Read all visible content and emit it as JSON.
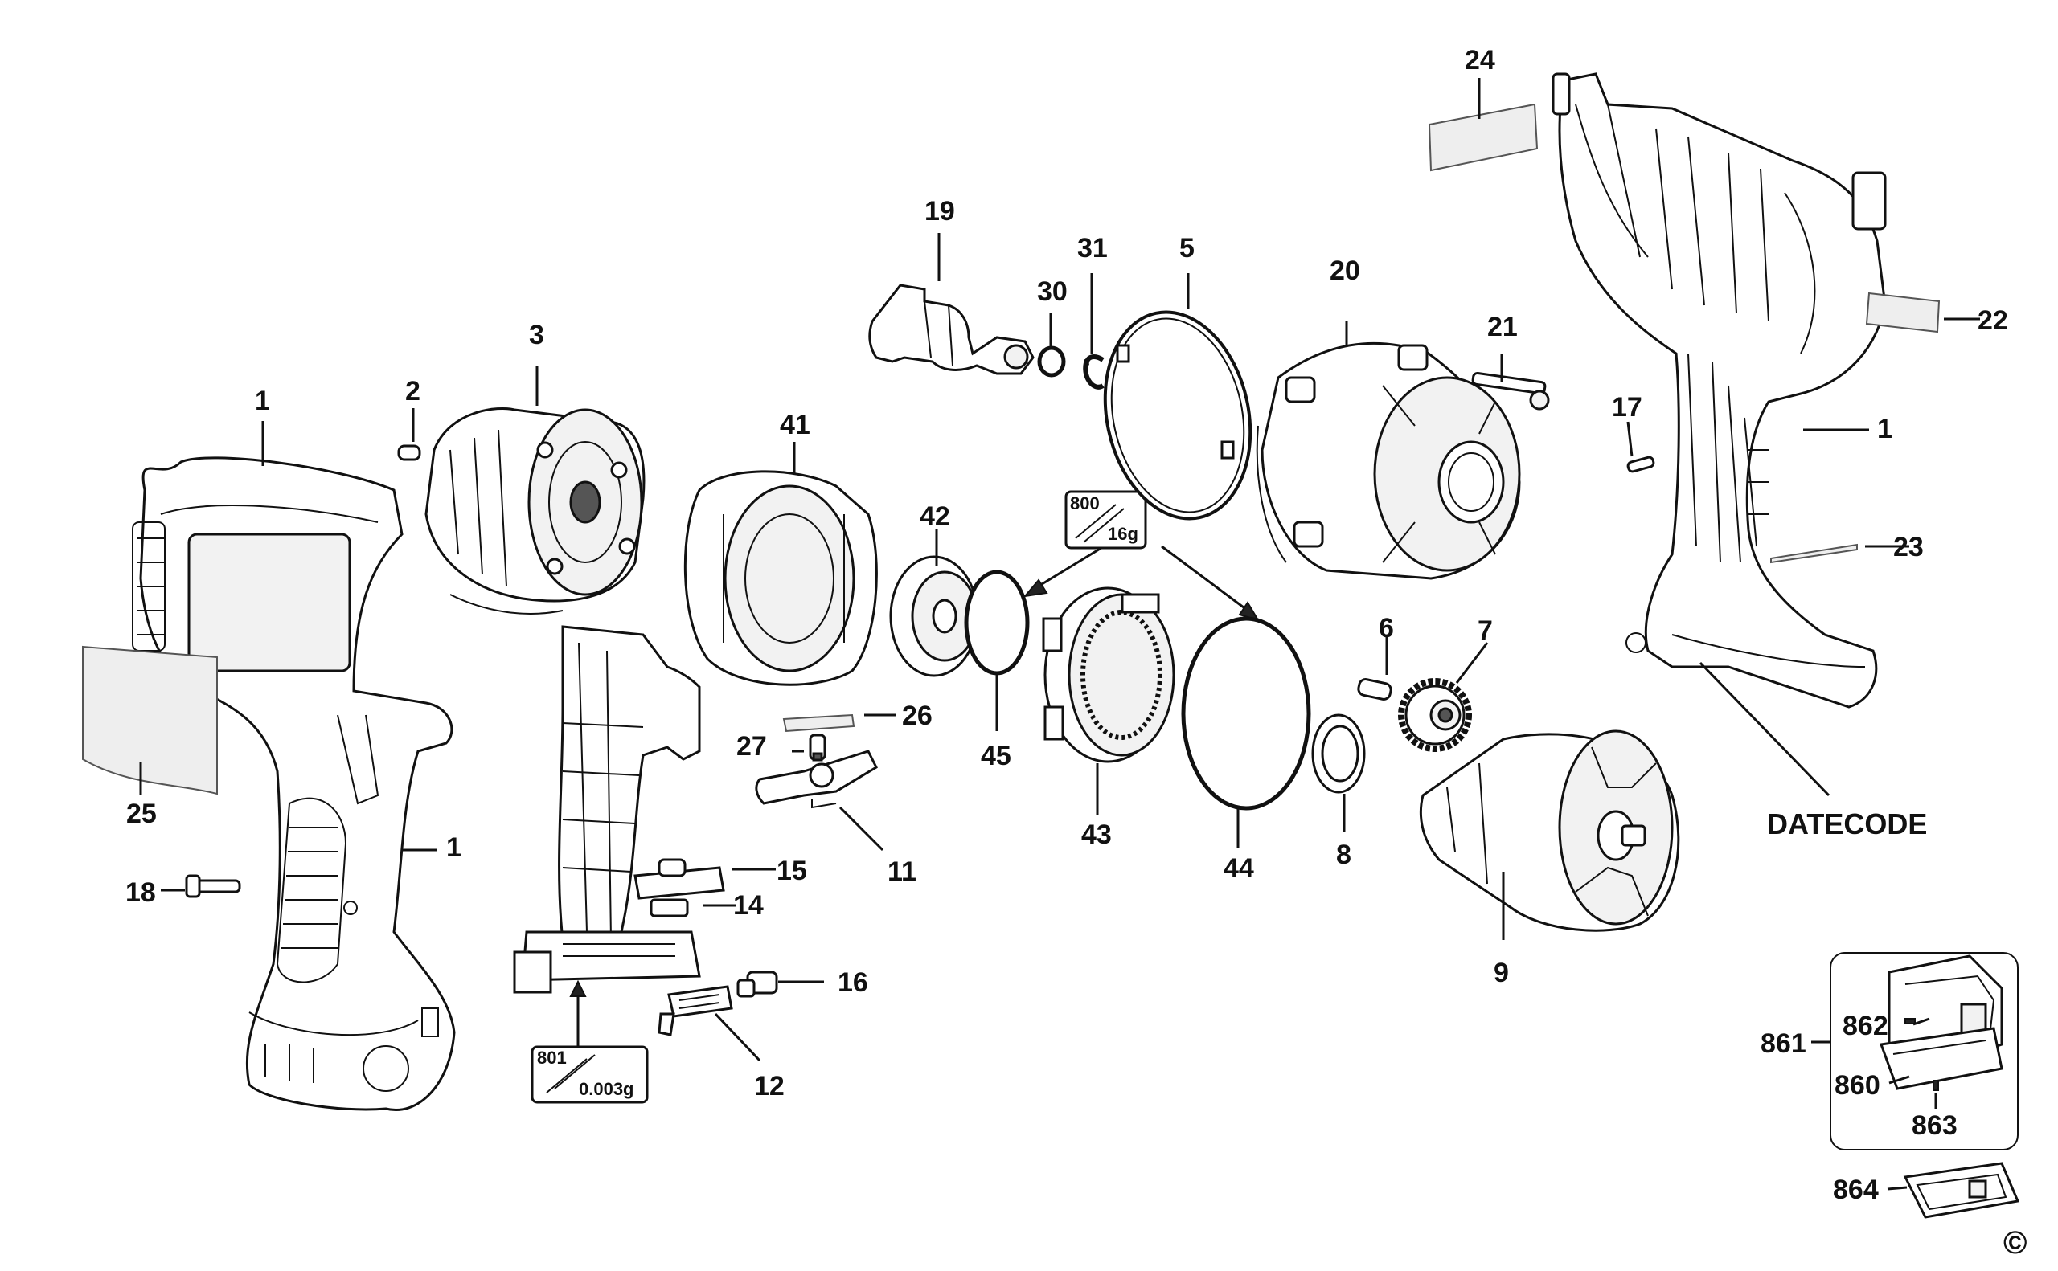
{
  "labels": {
    "p1a": "1",
    "p1b": "1",
    "p1c": "1",
    "p2": "2",
    "p3": "3",
    "p5": "5",
    "p6": "6",
    "p7": "7",
    "p8": "8",
    "p9": "9",
    "p11": "11",
    "p12": "12",
    "p14": "14",
    "p15": "15",
    "p16": "16",
    "p17": "17",
    "p18": "18",
    "p19": "19",
    "p20": "20",
    "p21": "21",
    "p22": "22",
    "p23": "23",
    "p24": "24",
    "p25": "25",
    "p26": "26",
    "p27": "27",
    "p30": "30",
    "p31": "31",
    "p41": "41",
    "p42": "42",
    "p43": "43",
    "p44": "44",
    "p45": "45",
    "datecode": "DATECODE",
    "p860": "860",
    "p861": "861",
    "p862": "862",
    "p863": "863",
    "p864": "864"
  },
  "grease_boxes": {
    "g800": {
      "code": "800",
      "amount": "16g"
    },
    "g801": {
      "code": "801",
      "amount": "0.003g"
    }
  },
  "copyright": "©"
}
